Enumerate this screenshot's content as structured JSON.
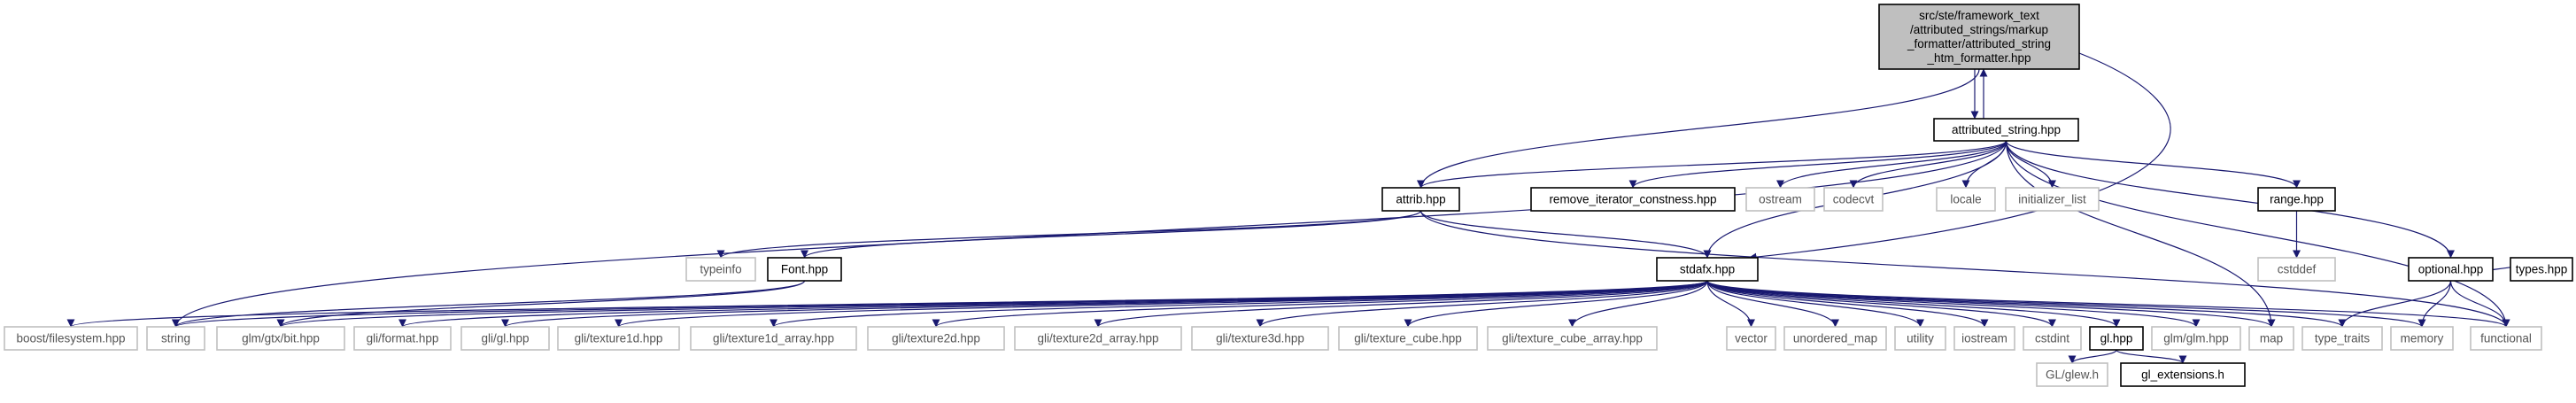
{
  "diagram": {
    "type": "include-dependency-graph",
    "colors": {
      "edge": "#191970",
      "root_fill": "#bfbfbf",
      "node_border": "#000000",
      "external_border": "#bfbfbf",
      "external_text": "#555555"
    },
    "nodes": [
      {
        "id": "root",
        "kind": "root",
        "lines": [
          "src/ste/framework_text",
          "/attributed_strings/markup",
          "_formatter/attributed_string",
          "_htm_formatter.hpp"
        ]
      },
      {
        "id": "attributed_string",
        "kind": "normal",
        "lines": [
          "attributed_string.hpp"
        ]
      },
      {
        "id": "attrib",
        "kind": "normal",
        "lines": [
          "attrib.hpp"
        ]
      },
      {
        "id": "remove_iterator",
        "kind": "normal",
        "lines": [
          "remove_iterator_constness.hpp"
        ]
      },
      {
        "id": "ostream",
        "kind": "external",
        "lines": [
          "ostream"
        ]
      },
      {
        "id": "codecvt",
        "kind": "external",
        "lines": [
          "codecvt"
        ]
      },
      {
        "id": "locale",
        "kind": "external",
        "lines": [
          "locale"
        ]
      },
      {
        "id": "initializer_list",
        "kind": "external",
        "lines": [
          "initializer_list"
        ]
      },
      {
        "id": "range",
        "kind": "normal",
        "lines": [
          "range.hpp"
        ]
      },
      {
        "id": "cstddef",
        "kind": "external",
        "lines": [
          "cstddef"
        ]
      },
      {
        "id": "optional",
        "kind": "normal",
        "lines": [
          "optional.hpp"
        ]
      },
      {
        "id": "typeinfo",
        "kind": "external",
        "lines": [
          "typeinfo"
        ]
      },
      {
        "id": "font",
        "kind": "normal",
        "lines": [
          "Font.hpp"
        ]
      },
      {
        "id": "stdafx",
        "kind": "normal",
        "lines": [
          "stdafx.hpp"
        ]
      },
      {
        "id": "boost_fs",
        "kind": "external",
        "lines": [
          "boost/filesystem.hpp"
        ]
      },
      {
        "id": "string",
        "kind": "external",
        "lines": [
          "string"
        ]
      },
      {
        "id": "glm_bit",
        "kind": "external",
        "lines": [
          "glm/gtx/bit.hpp"
        ]
      },
      {
        "id": "gli_format",
        "kind": "external",
        "lines": [
          "gli/format.hpp"
        ]
      },
      {
        "id": "gli_gl",
        "kind": "external",
        "lines": [
          "gli/gl.hpp"
        ]
      },
      {
        "id": "gli_tex1d",
        "kind": "external",
        "lines": [
          "gli/texture1d.hpp"
        ]
      },
      {
        "id": "gli_tex1d_arr",
        "kind": "external",
        "lines": [
          "gli/texture1d_array.hpp"
        ]
      },
      {
        "id": "gli_tex2d",
        "kind": "external",
        "lines": [
          "gli/texture2d.hpp"
        ]
      },
      {
        "id": "gli_tex2d_arr",
        "kind": "external",
        "lines": [
          "gli/texture2d_array.hpp"
        ]
      },
      {
        "id": "gli_tex3d",
        "kind": "external",
        "lines": [
          "gli/texture3d.hpp"
        ]
      },
      {
        "id": "gli_cube",
        "kind": "external",
        "lines": [
          "gli/texture_cube.hpp"
        ]
      },
      {
        "id": "gli_cube_arr",
        "kind": "external",
        "lines": [
          "gli/texture_cube_array.hpp"
        ]
      },
      {
        "id": "vector",
        "kind": "external",
        "lines": [
          "vector"
        ]
      },
      {
        "id": "unordered_map",
        "kind": "external",
        "lines": [
          "unordered_map"
        ]
      },
      {
        "id": "utility",
        "kind": "external",
        "lines": [
          "utility"
        ]
      },
      {
        "id": "iostream",
        "kind": "external",
        "lines": [
          "iostream"
        ]
      },
      {
        "id": "cstdint",
        "kind": "external",
        "lines": [
          "cstdint"
        ]
      },
      {
        "id": "gl",
        "kind": "normal",
        "lines": [
          "gl.hpp"
        ]
      },
      {
        "id": "glm",
        "kind": "external",
        "lines": [
          "glm/glm.hpp"
        ]
      },
      {
        "id": "map",
        "kind": "external",
        "lines": [
          "map"
        ]
      },
      {
        "id": "type_traits",
        "kind": "external",
        "lines": [
          "type_traits"
        ]
      },
      {
        "id": "memory",
        "kind": "external",
        "lines": [
          "memory"
        ]
      },
      {
        "id": "functional",
        "kind": "external",
        "lines": [
          "functional"
        ]
      },
      {
        "id": "types",
        "kind": "normal",
        "lines": [
          "types.hpp"
        ]
      },
      {
        "id": "glew",
        "kind": "external",
        "lines": [
          "GL/glew.h"
        ]
      },
      {
        "id": "gl_ext",
        "kind": "normal",
        "lines": [
          "gl_extensions.h"
        ]
      }
    ],
    "edges": [
      [
        "root",
        "attributed_string"
      ],
      [
        "root",
        "attrib"
      ],
      [
        "root",
        "stdafx"
      ],
      [
        "attributed_string",
        "root"
      ],
      [
        "attributed_string",
        "attrib"
      ],
      [
        "attributed_string",
        "remove_iterator"
      ],
      [
        "attributed_string",
        "ostream"
      ],
      [
        "attributed_string",
        "codecvt"
      ],
      [
        "attributed_string",
        "locale"
      ],
      [
        "attributed_string",
        "initializer_list"
      ],
      [
        "attributed_string",
        "range"
      ],
      [
        "attributed_string",
        "optional"
      ],
      [
        "attributed_string",
        "stdafx"
      ],
      [
        "attributed_string",
        "string"
      ],
      [
        "attributed_string",
        "map"
      ],
      [
        "attributed_string",
        "functional"
      ],
      [
        "attrib",
        "typeinfo"
      ],
      [
        "attrib",
        "font"
      ],
      [
        "attrib",
        "stdafx"
      ],
      [
        "attrib",
        "functional"
      ],
      [
        "range",
        "cstddef"
      ],
      [
        "optional",
        "type_traits"
      ],
      [
        "optional",
        "memory"
      ],
      [
        "optional",
        "functional"
      ],
      [
        "optional",
        "types"
      ],
      [
        "font",
        "string"
      ],
      [
        "font",
        "glm_bit"
      ],
      [
        "stdafx",
        "boost_fs"
      ],
      [
        "stdafx",
        "string"
      ],
      [
        "stdafx",
        "glm_bit"
      ],
      [
        "stdafx",
        "gli_format"
      ],
      [
        "stdafx",
        "gli_gl"
      ],
      [
        "stdafx",
        "gli_tex1d"
      ],
      [
        "stdafx",
        "gli_tex1d_arr"
      ],
      [
        "stdafx",
        "gli_tex2d"
      ],
      [
        "stdafx",
        "gli_tex2d_arr"
      ],
      [
        "stdafx",
        "gli_tex3d"
      ],
      [
        "stdafx",
        "gli_cube"
      ],
      [
        "stdafx",
        "gli_cube_arr"
      ],
      [
        "stdafx",
        "vector"
      ],
      [
        "stdafx",
        "unordered_map"
      ],
      [
        "stdafx",
        "utility"
      ],
      [
        "stdafx",
        "iostream"
      ],
      [
        "stdafx",
        "cstdint"
      ],
      [
        "stdafx",
        "gl"
      ],
      [
        "stdafx",
        "glm"
      ],
      [
        "stdafx",
        "map"
      ],
      [
        "stdafx",
        "type_traits"
      ],
      [
        "stdafx",
        "memory"
      ],
      [
        "stdafx",
        "functional"
      ],
      [
        "gl",
        "glew"
      ],
      [
        "gl",
        "gl_ext"
      ]
    ]
  }
}
